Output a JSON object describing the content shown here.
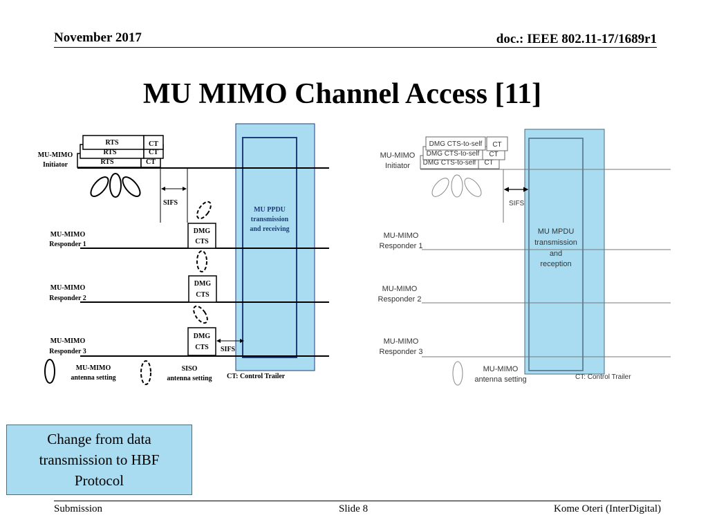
{
  "header": {
    "date": "November 2017",
    "doc": "doc.: IEEE 802.11-17/1689r1"
  },
  "slide_title": "MU MIMO Channel Access [11]",
  "left_diagram": {
    "rts": "RTS",
    "ct": "CT",
    "initiator_line1": "MU-MIMO",
    "initiator_line2": "Initiator",
    "sifs_top": "SIFS",
    "sifs_bottom": "SIFS",
    "ppdu_line1": "MU PPDU",
    "ppdu_line2": "transmission",
    "ppdu_line3": "and receiving",
    "dmg": "DMG",
    "cts": "CTS",
    "mu_mimo": "MU-MIMO",
    "responder1": "Responder 1",
    "responder2": "Responder 2",
    "responder3": "Responder 3",
    "legend_mu_line1": "MU-MIMO",
    "legend_mu_line2": "antenna setting",
    "legend_siso_line1": "SISO",
    "legend_siso_line2": "antenna setting",
    "legend_ct": "CT: Control Trailer",
    "colors": {
      "ppdu_fill": "#a9dcf0",
      "ppdu_stroke": "#1f3b78"
    }
  },
  "right_diagram": {
    "dmg_cts_self": "DMG CTS-to-self",
    "ct": "CT",
    "initiator_line1": "MU-MIMO",
    "initiator_line2": "Initiator",
    "sifs": "SIFS",
    "mpdu_line1": "MU MPDU",
    "mpdu_line2": "transmission",
    "mpdu_line3": "and",
    "mpdu_line4": "reception",
    "mu_mimo": "MU-MIMO",
    "responder1": "Responder 1",
    "responder2": "Responder 2",
    "responder3": "Responder 3",
    "legend_line1": "MU-MIMO",
    "legend_line2": "antenna setting",
    "legend_ct": "CT: Control Trailer"
  },
  "note": "Change from data transmission to  HBF Protocol",
  "footer": {
    "left": "Submission",
    "center": "Slide 8",
    "right": "Kome Oteri (InterDigital)"
  }
}
